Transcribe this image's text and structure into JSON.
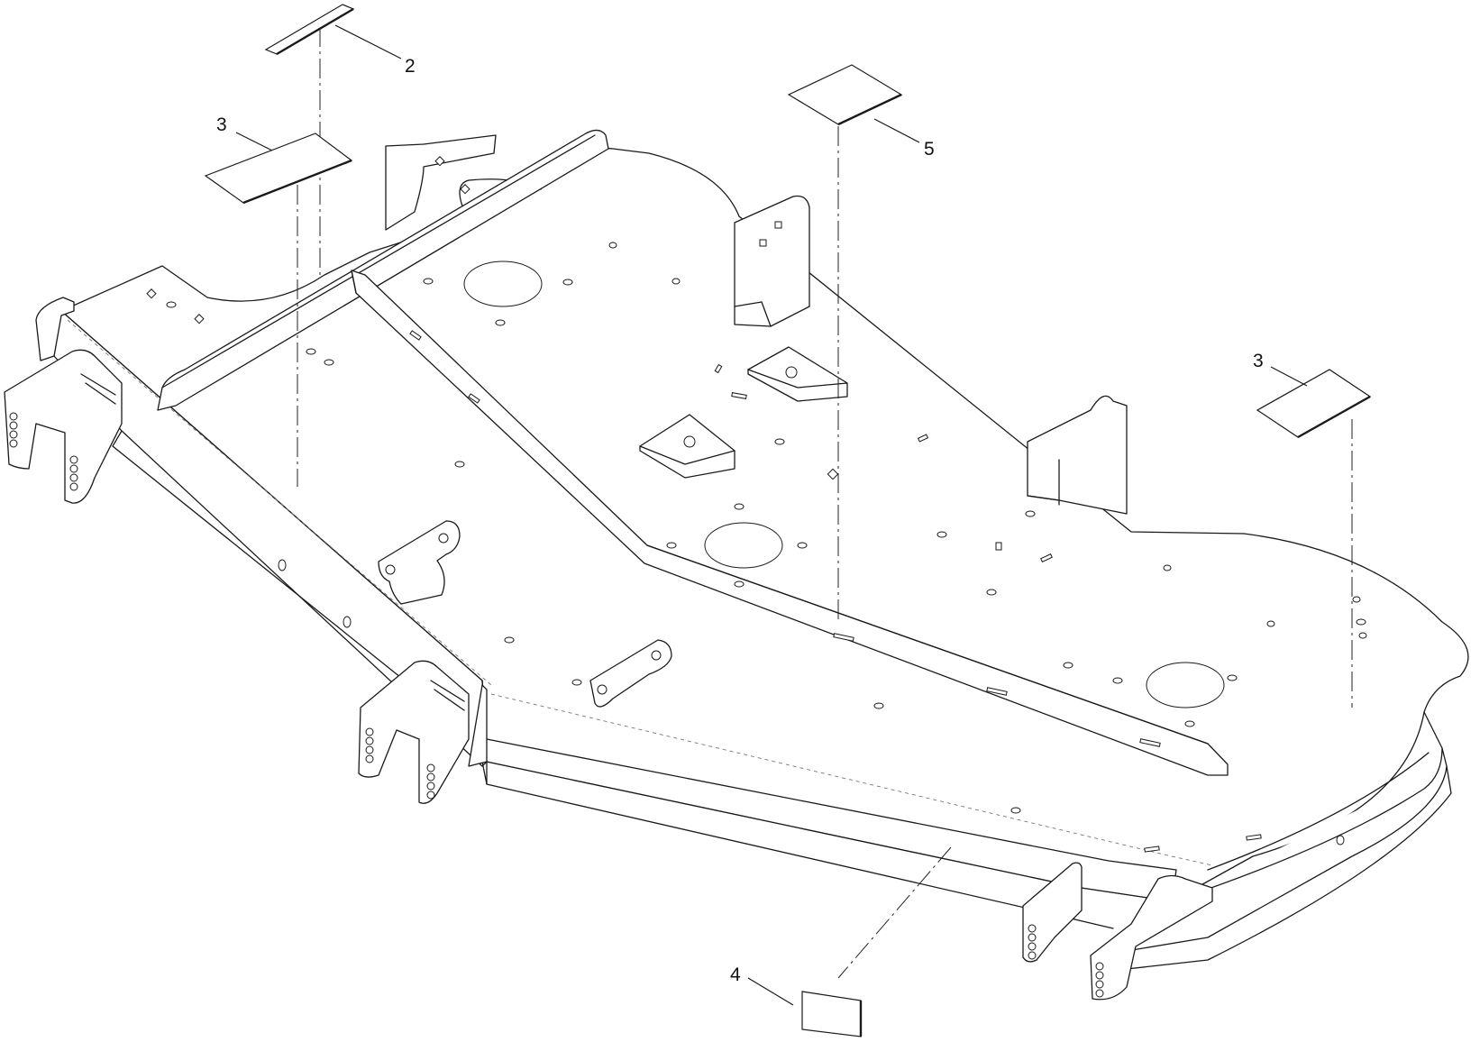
{
  "callouts": [
    {
      "id": "c2",
      "label": "2",
      "part": "decal-strip"
    },
    {
      "id": "c3a",
      "label": "3",
      "part": "decal-rect"
    },
    {
      "id": "c3b",
      "label": "3",
      "part": "decal-rect"
    },
    {
      "id": "c4",
      "label": "4",
      "part": "decal-small"
    },
    {
      "id": "c5",
      "label": "5",
      "part": "decal-square"
    }
  ],
  "colors": {
    "line": "#1a1a1a",
    "background": "#ffffff"
  }
}
